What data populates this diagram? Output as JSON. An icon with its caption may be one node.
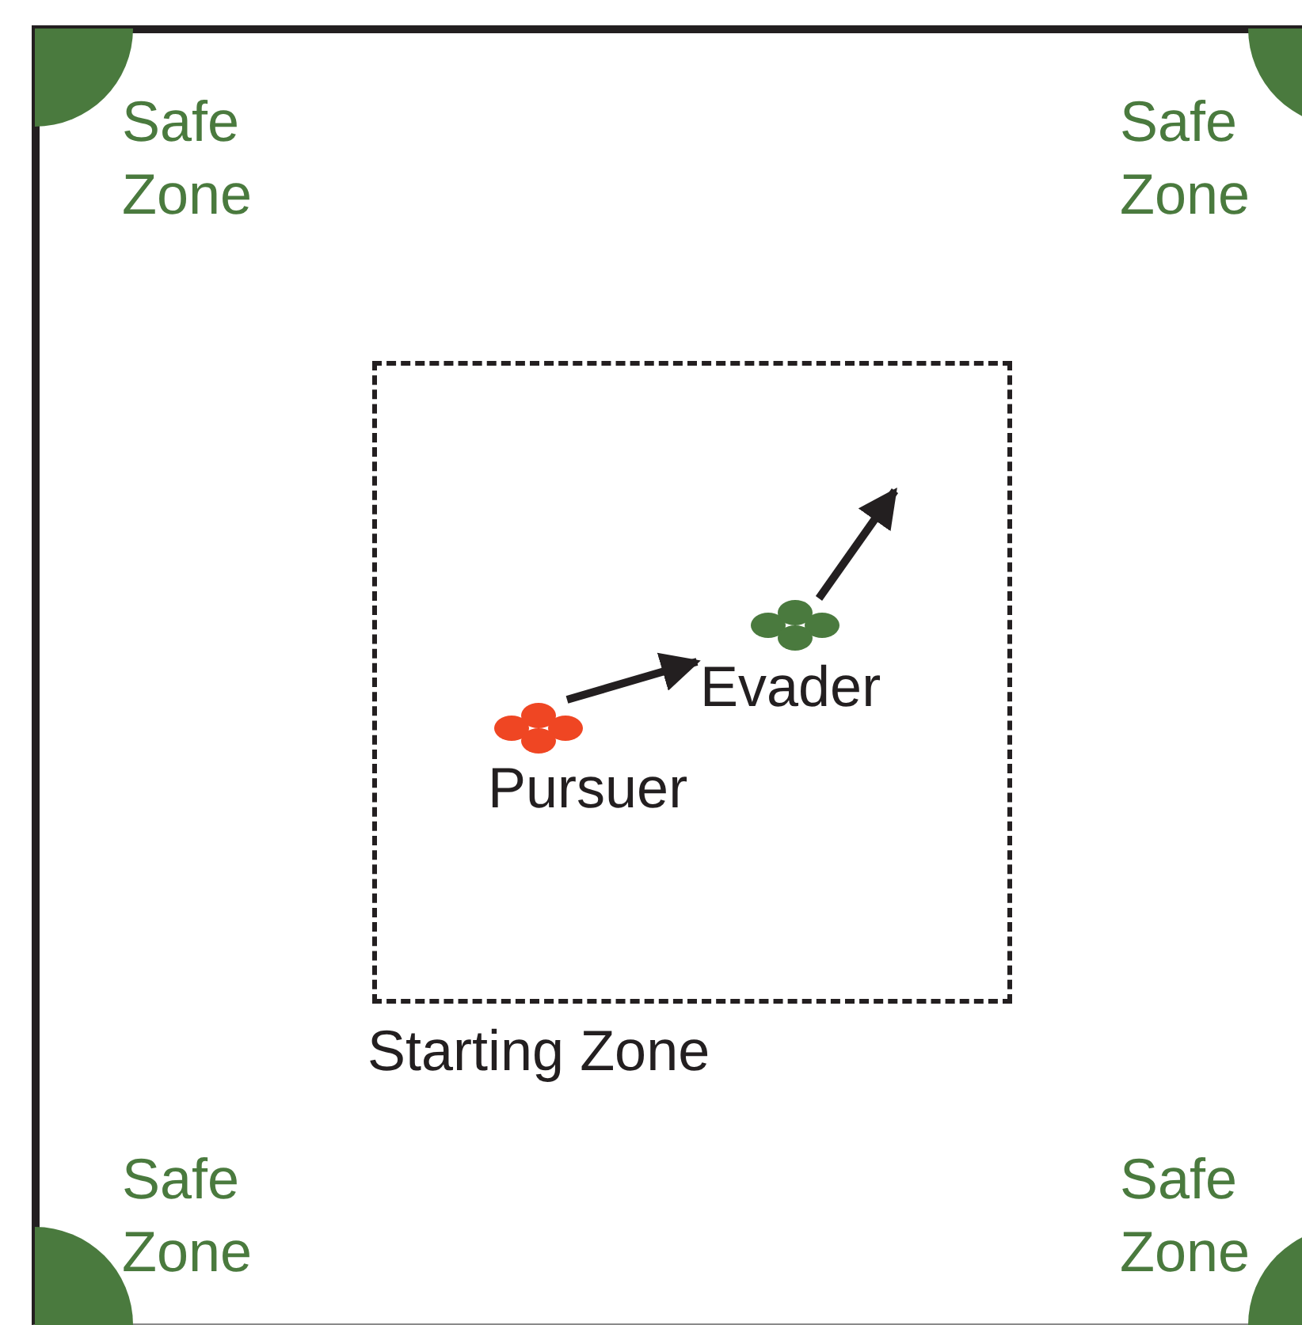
{
  "diagram": {
    "nodes": [
      {
        "text": [
          "Safe Zone"
        ]
      },
      {
        "text": [
          "Safe Zone"
        ]
      },
      {
        "text": [
          "Safe Zone"
        ]
      },
      {
        "text": [
          "Safe Zone"
        ]
      },
      {
        "text": [
          "Starting Zone"
        ]
      },
      {
        "text": [
          "Pursuer"
        ],
        "in": 4
      },
      {
        "text": [
          "Evader"
        ],
        "in": 4
      }
    ],
    "edges": [
      {
        "from": 5,
        "to": 6,
        "arrow": "to"
      },
      {
        "from": 6,
        "to": null,
        "arrow": "to"
      }
    ]
  }
}
